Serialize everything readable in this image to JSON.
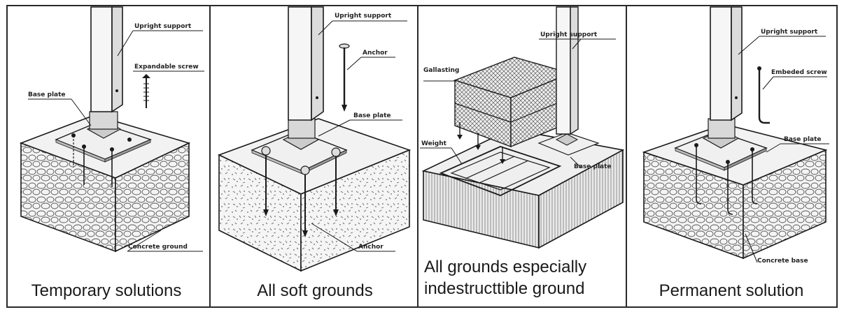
{
  "panels": [
    {
      "caption": "Temporary solutions",
      "labels": {
        "upright": "Upright support",
        "screw": "Expandable screw",
        "base": "Base plate",
        "ground": "Concrete ground"
      }
    },
    {
      "caption": "All soft grounds",
      "labels": {
        "upright": "Upright support",
        "anchor_top": "Anchor",
        "base": "Base plate",
        "anchor_bottom": "Anchor"
      }
    },
    {
      "caption_line1": "All grounds especially",
      "caption_line2": "indestructtible ground",
      "labels": {
        "upright": "Upright support",
        "ballast": "Gallasting",
        "weight": "Weight",
        "base": "Base plate"
      }
    },
    {
      "caption": "Permanent solution",
      "labels": {
        "upright": "Upright support",
        "screw": "Embeded screw",
        "base": "Base plate",
        "ground": "Concrete base"
      }
    }
  ],
  "colors": {
    "frame": "#2a2a2a",
    "ink": "#1a1a1a",
    "fill": "#e9e9e9",
    "background": "#ffffff"
  }
}
